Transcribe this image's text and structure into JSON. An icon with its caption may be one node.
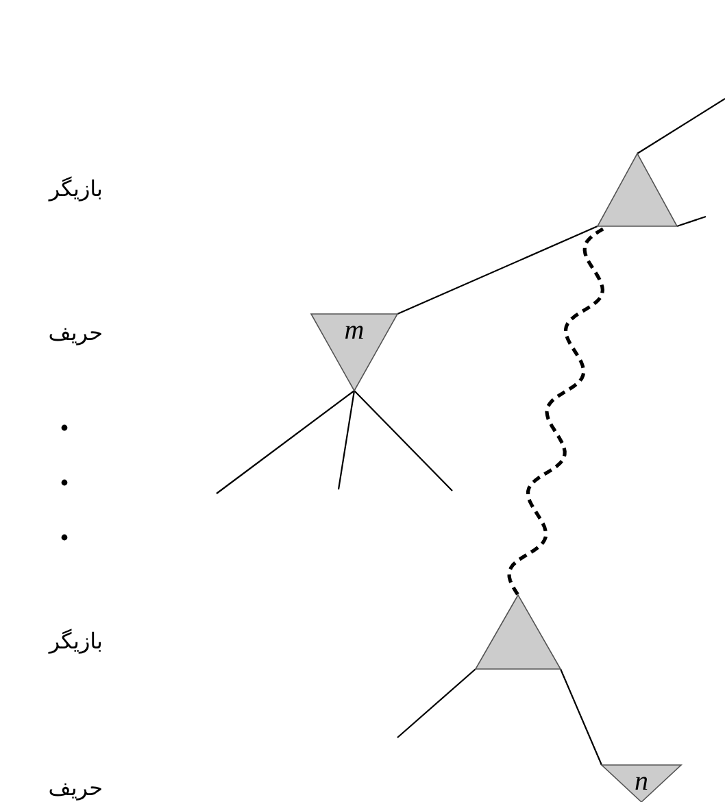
{
  "diagram": {
    "nodes": [
      {
        "text": [],
        "shape": "triangle"
      },
      {
        "text": [
          "m"
        ]
      },
      {
        "text": [],
        "shape": "triangle"
      },
      {
        "text": [
          "n"
        ]
      }
    ],
    "edges": [
      {
        "from": null,
        "to": 0,
        "arrow": "none"
      },
      {
        "from": 0,
        "to": null,
        "arrow": "none"
      },
      {
        "from": 0,
        "to": 1,
        "arrow": "none"
      },
      {
        "from": 1,
        "to": null,
        "arrow": "none"
      },
      {
        "from": 1,
        "to": null,
        "arrow": "none"
      },
      {
        "from": 1,
        "to": null,
        "arrow": "none"
      },
      {
        "from": 0,
        "to": 2,
        "arrow": "none",
        "style": "dashed"
      },
      {
        "from": 2,
        "to": null,
        "arrow": "none"
      },
      {
        "from": 2,
        "to": 3,
        "arrow": "none"
      }
    ],
    "labels": [
      "بازیگر",
      "حریف",
      "بازیگر",
      "حریف"
    ]
  }
}
